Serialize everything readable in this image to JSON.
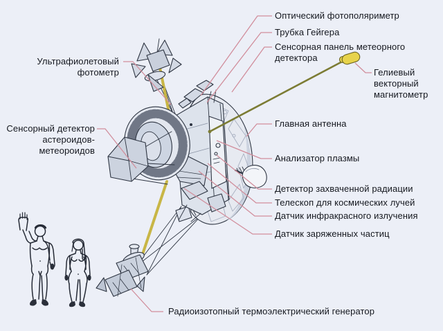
{
  "labels": {
    "optical_photopolarimeter": "Оптический фотополяриметр",
    "geiger_tube": "Трубка Гейгера",
    "meteoroid_sensor_panel": "Сенсорная панель метеорного детектора",
    "helium_magnetometer": "Гелиевый\nвекторный\nмагнитометр",
    "uv_photometer": "Ультрафиолетовый фотометр",
    "main_antenna": "Главная антенна",
    "plasma_analyzer": "Анализатор плазмы",
    "asteroid_meteoroid_detector": "Сенсорный детектор\nастероидов-\nметеороидов",
    "captured_radiation_detector": "Детектор захваченной радиации",
    "cosmic_ray_telescope": "Телескоп для космических лучей",
    "infrared_sensor": "Датчик инфракрасного излучения",
    "charged_particle_sensor": "Датчик заряженных частиц",
    "rtg": "Радиоизотопный термоэлектрический генератор"
  },
  "colors": {
    "background": "#eceff7",
    "leader_line": "#d18e9c",
    "drawing_outline": "#2e3542",
    "boom_yellow": "#ddc94e",
    "magnetometer_boom_olive": "#7c7c34",
    "text": "#15181f"
  }
}
